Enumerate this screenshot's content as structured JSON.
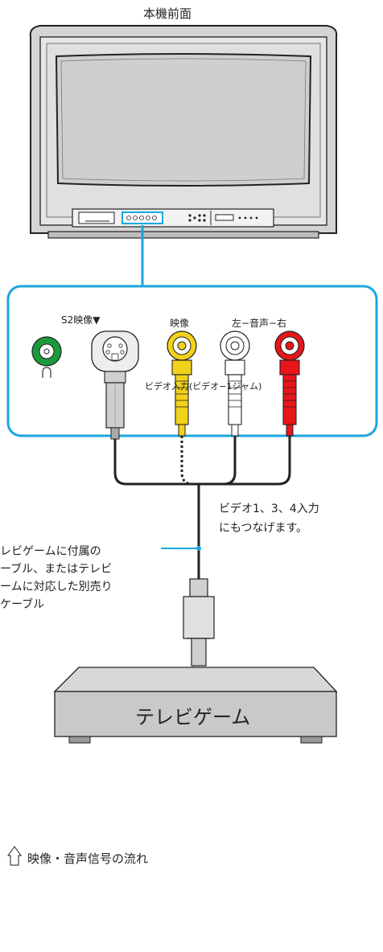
{
  "tv_label": "本機前面",
  "panel": {
    "s2_label": "S2映像▼",
    "video_label": "映像",
    "audio_label": "左−音声−右",
    "input_label": "ビデオ入力(ビデオ−1ジャム)"
  },
  "note_right": [
    "ビデオ1、3、4入力",
    "にもつなげます。"
  ],
  "note_left": [
    "レビゲームに付属の",
    "ーブル、またはテレビ",
    "ームに対応した別売り",
    "ケーブル"
  ],
  "console_label": "テレビゲーム",
  "flow_label": "映像・音声信号の流れ",
  "colors": {
    "accent": "#1aa6e0",
    "jack_green": "#1a9a3c",
    "jack_yellow": "#f2d21b",
    "jack_red": "#e8151b",
    "plug_gray": "#cfcfcf"
  },
  "icons": [
    "headphone-icon",
    "arrow-down-icon",
    "flow-arrow-icon"
  ]
}
